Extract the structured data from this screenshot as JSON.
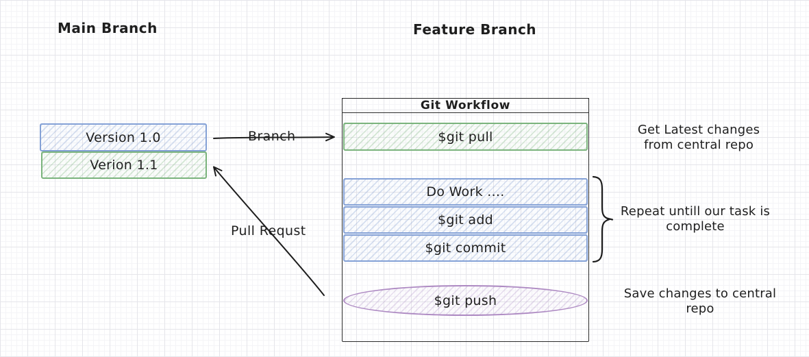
{
  "titles": {
    "main_branch": "Main Branch",
    "feature_branch": "Feature Branch"
  },
  "main_branch": {
    "version_1_0": "Version 1.0",
    "version_1_1": "Verion 1.1"
  },
  "workflow": {
    "title": "Git Workflow",
    "steps": [
      {
        "label": "$git pull",
        "color": "#7ab37c"
      },
      {
        "label": "Do Work ....",
        "color": "#84a1d6"
      },
      {
        "label": "$git add",
        "color": "#84a1d6"
      },
      {
        "label": "$git commit",
        "color": "#84a1d6"
      },
      {
        "label": "$git push",
        "color": "#ad89c2"
      }
    ]
  },
  "labels": {
    "branch_arrow": "Branch",
    "pull_request_arrow": "Pull Requst"
  },
  "annotations": {
    "get_latest": "Get Latest changes\nfrom central repo",
    "repeat": "Repeat untill our task is\ncomplete",
    "save": "Save changes to central\nrepo"
  },
  "colors": {
    "ink": "#1e1e1e",
    "blue": "#84a1d6",
    "green": "#7ab37c",
    "purple": "#ad89c2",
    "grid_major": "#e5e5ea",
    "grid_minor": "#f4f4f7"
  }
}
